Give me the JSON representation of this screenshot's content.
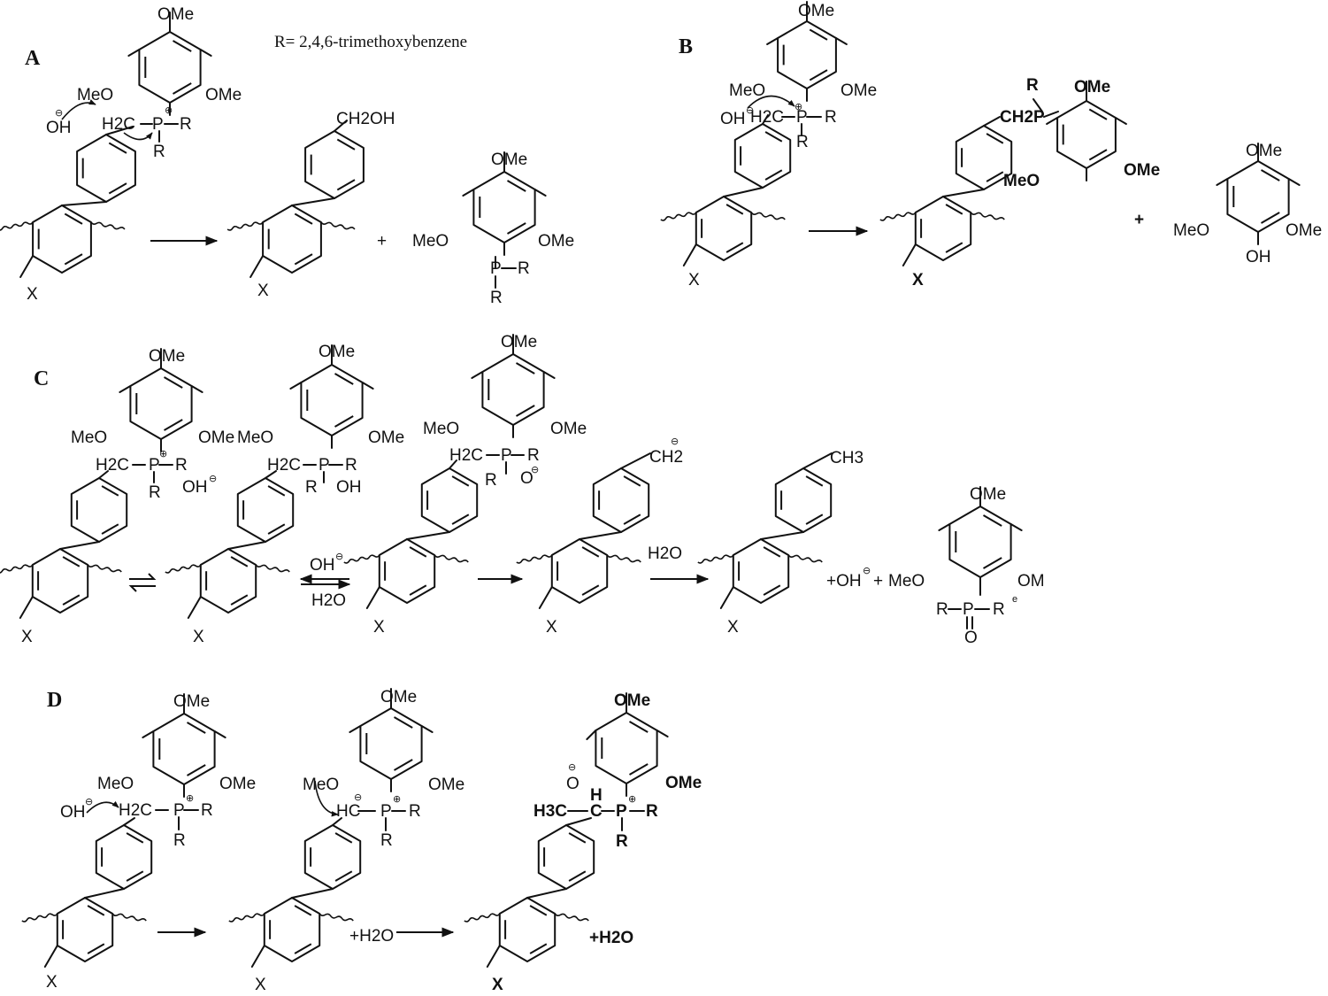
{
  "sections": {
    "A": "A",
    "B": "B",
    "C": "C",
    "D": "D"
  },
  "note": "R= 2,4,6-trimethoxybenzene",
  "labels": {
    "ome": "OMe",
    "meo": "MeO",
    "oh": "OH",
    "x": "X",
    "r": "R",
    "p": "P",
    "o": "O",
    "plus": "+",
    "h2c": "H2C",
    "ch2oh": "CH2OH",
    "ch2p": "CH2P",
    "ch2": "CH2",
    "ch3": "CH3",
    "h3c": "H3C",
    "hc": "HC",
    "h": "H",
    "c": "C",
    "h2o": "H2O",
    "om": "OM",
    "e": "e",
    "me": "Me",
    "ominus": "⊖",
    "oplus": "⊕",
    "plus_oh": "+OH",
    "plus_h2o": "+H2O"
  }
}
